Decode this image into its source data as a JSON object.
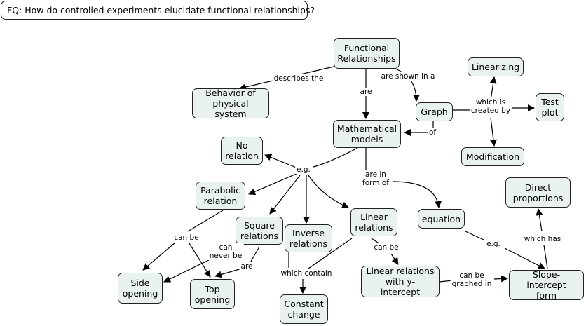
{
  "focus_question": "FQ: How do controlled experiments elucidate functional relationships?",
  "nodes": {
    "functional_relationships": "Functional\nRelationships",
    "behavior": "Behavior of\nphysical system",
    "mathematical_models": "Mathematical\nmodels",
    "graph": "Graph",
    "linearizing": "Linearizing",
    "test_plot": "Test\nplot",
    "modification": "Modification",
    "no_relation": "No\nrelation",
    "parabolic": "Parabolic\nrelation",
    "square": "Square\nrelations",
    "inverse": "Inverse\nrelations",
    "linear": "Linear\nrelations",
    "equation": "equation",
    "direct": "Direct\nproportions",
    "side_opening": "Side\nopening",
    "top_opening": "Top\nopening",
    "constant_change": "Constant\nchange",
    "linear_intercept": "Linear relations\nwith y-intercept",
    "slope_intercept": "Slope-intercept\nform"
  },
  "links": {
    "describes_the": "describes the",
    "are": "are",
    "are_shown_in_a": "are shown in a",
    "which_is_created_by": "which is\ncreated by",
    "of": "of",
    "eg": "e.g.",
    "are_in_form_of": "are in\nform of",
    "can_be_parabolic": "can be",
    "can_never_be": "can\nnever be",
    "are_square": "are",
    "which_contain": "which contain",
    "can_be_linear": "can be",
    "eg_equation": "e.g.",
    "which_has": "which has",
    "can_be_graphed_in": "can be\ngraphed in"
  }
}
